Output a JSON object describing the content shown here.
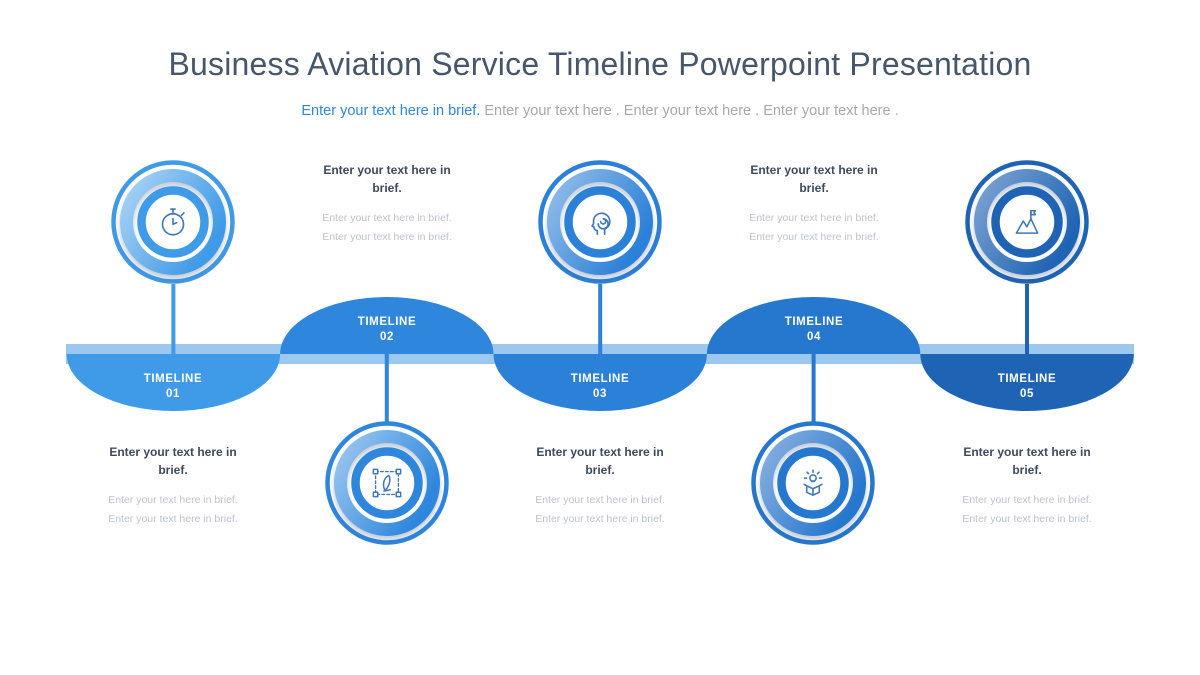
{
  "slide": {
    "title": "Business Aviation Service Timeline Powerpoint Presentation",
    "subtitle_highlight": "Enter your text here in brief.",
    "subtitle_rest": " Enter your text here . Enter your text here . Enter your text here ."
  },
  "colors": {
    "title_text": "#46566B",
    "subtitle_highlight": "#2E86DE",
    "subtitle_rest": "#A9A9A9",
    "band": "#9CC7EE",
    "heading_text": "#3C4A5E",
    "body_text": "#BDC3CE",
    "label_text": "#FFFFFF",
    "icon_stroke": "#4178B8"
  },
  "items": [
    {
      "label": "TIMELINE",
      "number": "01",
      "icon": "stopwatch-icon",
      "heading": "Enter your text here in brief.",
      "body_line1": "Enter your text here in brief.",
      "body_line2": "Enter your text here in brief.",
      "color": "#3F9AE8",
      "ring_light": "#ABD4F4"
    },
    {
      "label": "TIMELINE",
      "number": "02",
      "icon": "vector-design-icon",
      "heading": "Enter your text here in brief.",
      "body_line1": "Enter your text here in brief.",
      "body_line2": "Enter your text here in brief.",
      "color": "#2E86DD",
      "ring_light": "#9DC8F0"
    },
    {
      "label": "TIMELINE",
      "number": "03",
      "icon": "mind-icon",
      "heading": "Enter your text here in brief.",
      "body_line1": "Enter your text here in brief.",
      "body_line2": "Enter your text here in brief.",
      "color": "#2B80D8",
      "ring_light": "#93BEEA"
    },
    {
      "label": "TIMELINE",
      "number": "04",
      "icon": "idea-box-icon",
      "heading": "Enter your text here in brief.",
      "body_line1": "Enter your text here in brief.",
      "body_line2": "Enter your text here in brief.",
      "color": "#2677CE",
      "ring_light": "#88B0E0"
    },
    {
      "label": "TIMELINE",
      "number": "05",
      "icon": "mountain-flag-icon",
      "heading": "Enter your text here in brief.",
      "body_line1": "Enter your text here in brief.",
      "body_line2": "Enter your text here in brief.",
      "color": "#1F64B4",
      "ring_light": "#7EA3D2"
    }
  ]
}
